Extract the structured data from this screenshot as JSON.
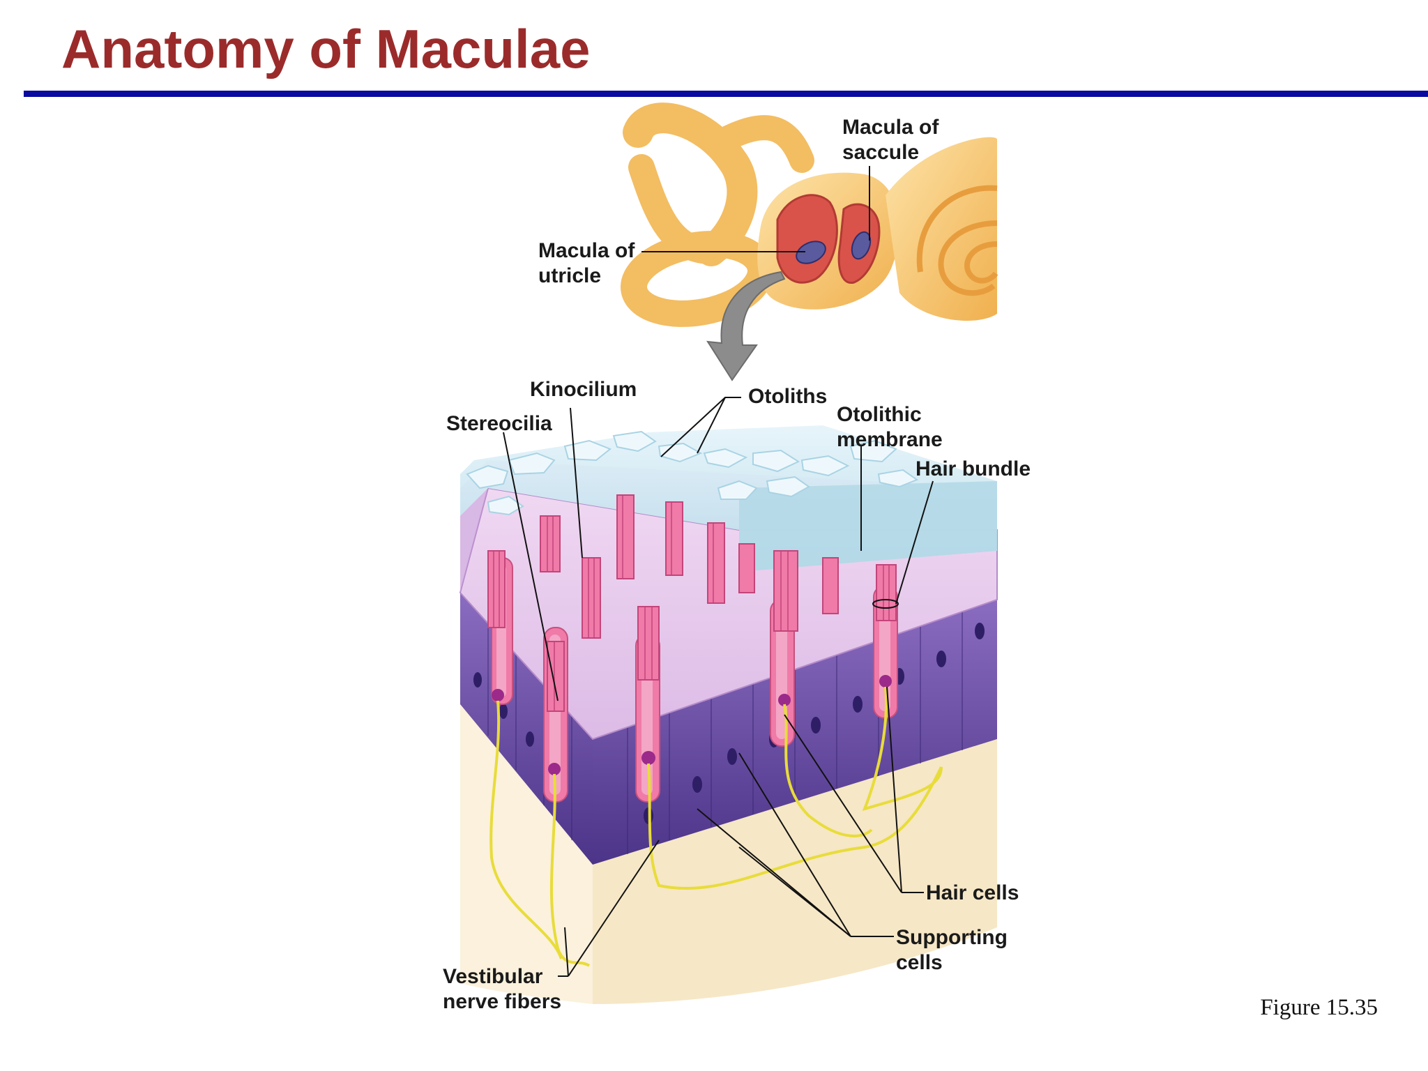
{
  "slide": {
    "title": "Anatomy of Maculae",
    "figure_ref": "Figure 15.35"
  },
  "colors": {
    "title": "#9b2b2b",
    "rule": "#0a0aa0",
    "bone": "#f5c46e",
    "vestibule": "#d9534a",
    "macula": "#5a5a9e",
    "otoliths": "#dcf0f8",
    "membrane": "#cbe8f2",
    "hair_cell": "#f07aa8",
    "supporting_cell": "#6a4da0",
    "nerve": "#e8dc3a",
    "connective": "#fbf1dc"
  },
  "labels": {
    "macula_of_saccule": [
      "Macula of",
      "saccule"
    ],
    "macula_of_utricle": [
      "Macula of",
      "utricle"
    ],
    "kinocilium": "Kinocilium",
    "otoliths": "Otoliths",
    "stereocilia": "Stereocilia",
    "otolithic_membrane": [
      "Otolithic",
      "membrane"
    ],
    "hair_bundle": "Hair bundle",
    "hair_cells": "Hair cells",
    "supporting_cells": [
      "Supporting",
      "cells"
    ],
    "vestibular_nerve_fibers": [
      "Vestibular",
      "nerve fibers"
    ]
  }
}
